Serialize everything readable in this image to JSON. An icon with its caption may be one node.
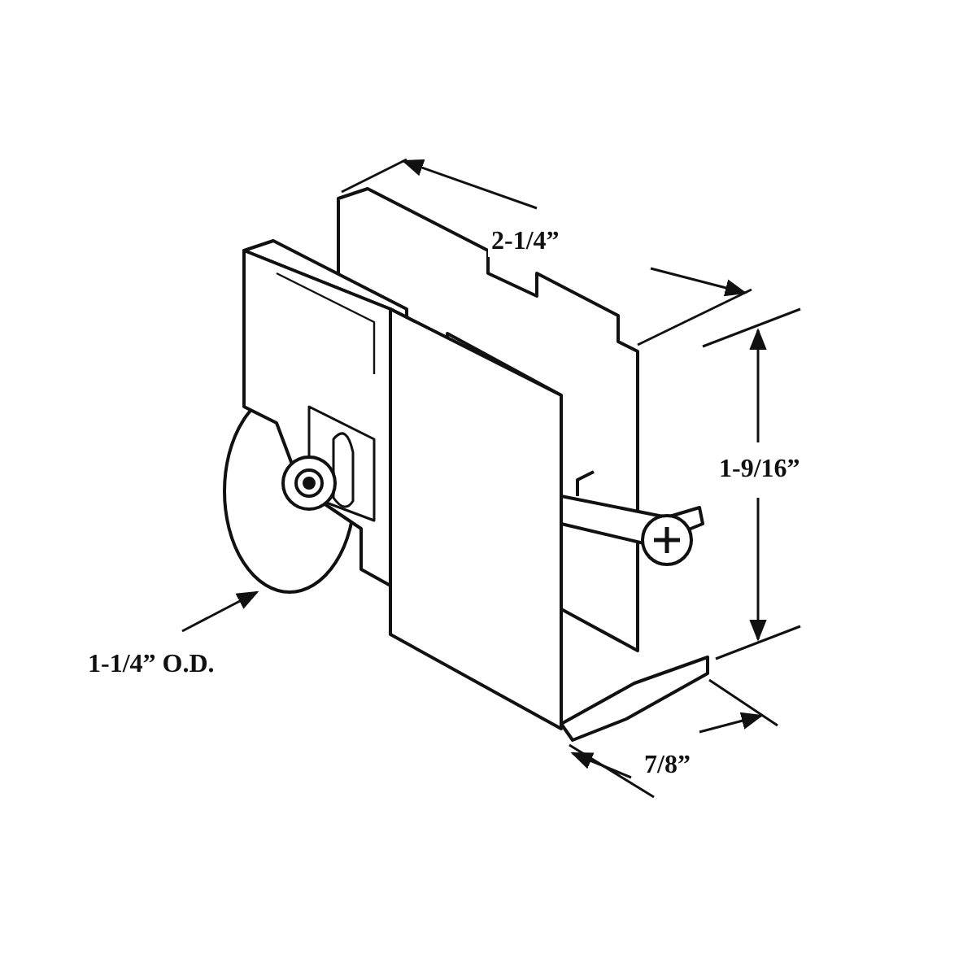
{
  "diagram": {
    "labels": [
      "2-1/4”",
      "1-9/16”",
      "1-1/4” O.D.",
      "7/8”"
    ]
  }
}
